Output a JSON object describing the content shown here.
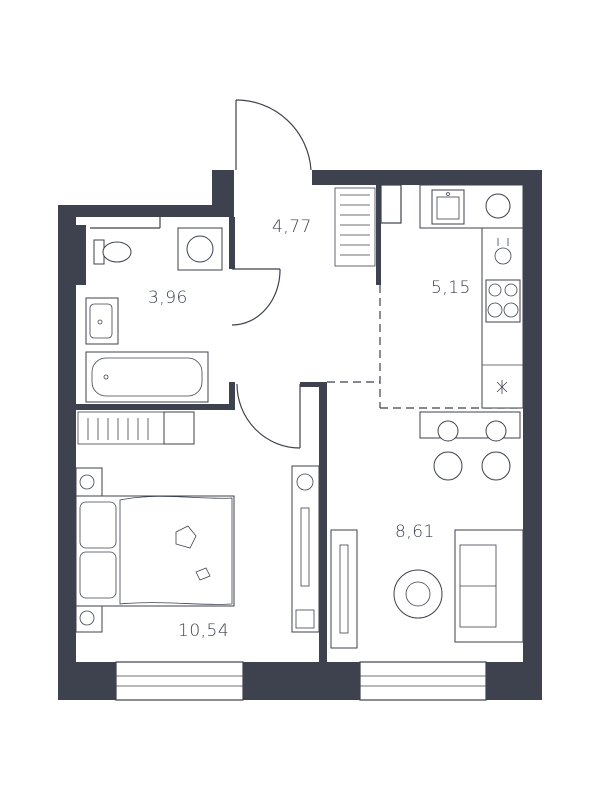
{
  "plan": {
    "rooms": [
      {
        "id": "hallway",
        "area": "4,77"
      },
      {
        "id": "bathroom",
        "area": "3,96"
      },
      {
        "id": "kitchen",
        "area": "5,15"
      },
      {
        "id": "living",
        "area": "8,61"
      },
      {
        "id": "bedroom",
        "area": "10,54"
      }
    ]
  },
  "colors": {
    "wall": "#3d424e",
    "text": "#3a3f4b",
    "background": "#ffffff"
  }
}
